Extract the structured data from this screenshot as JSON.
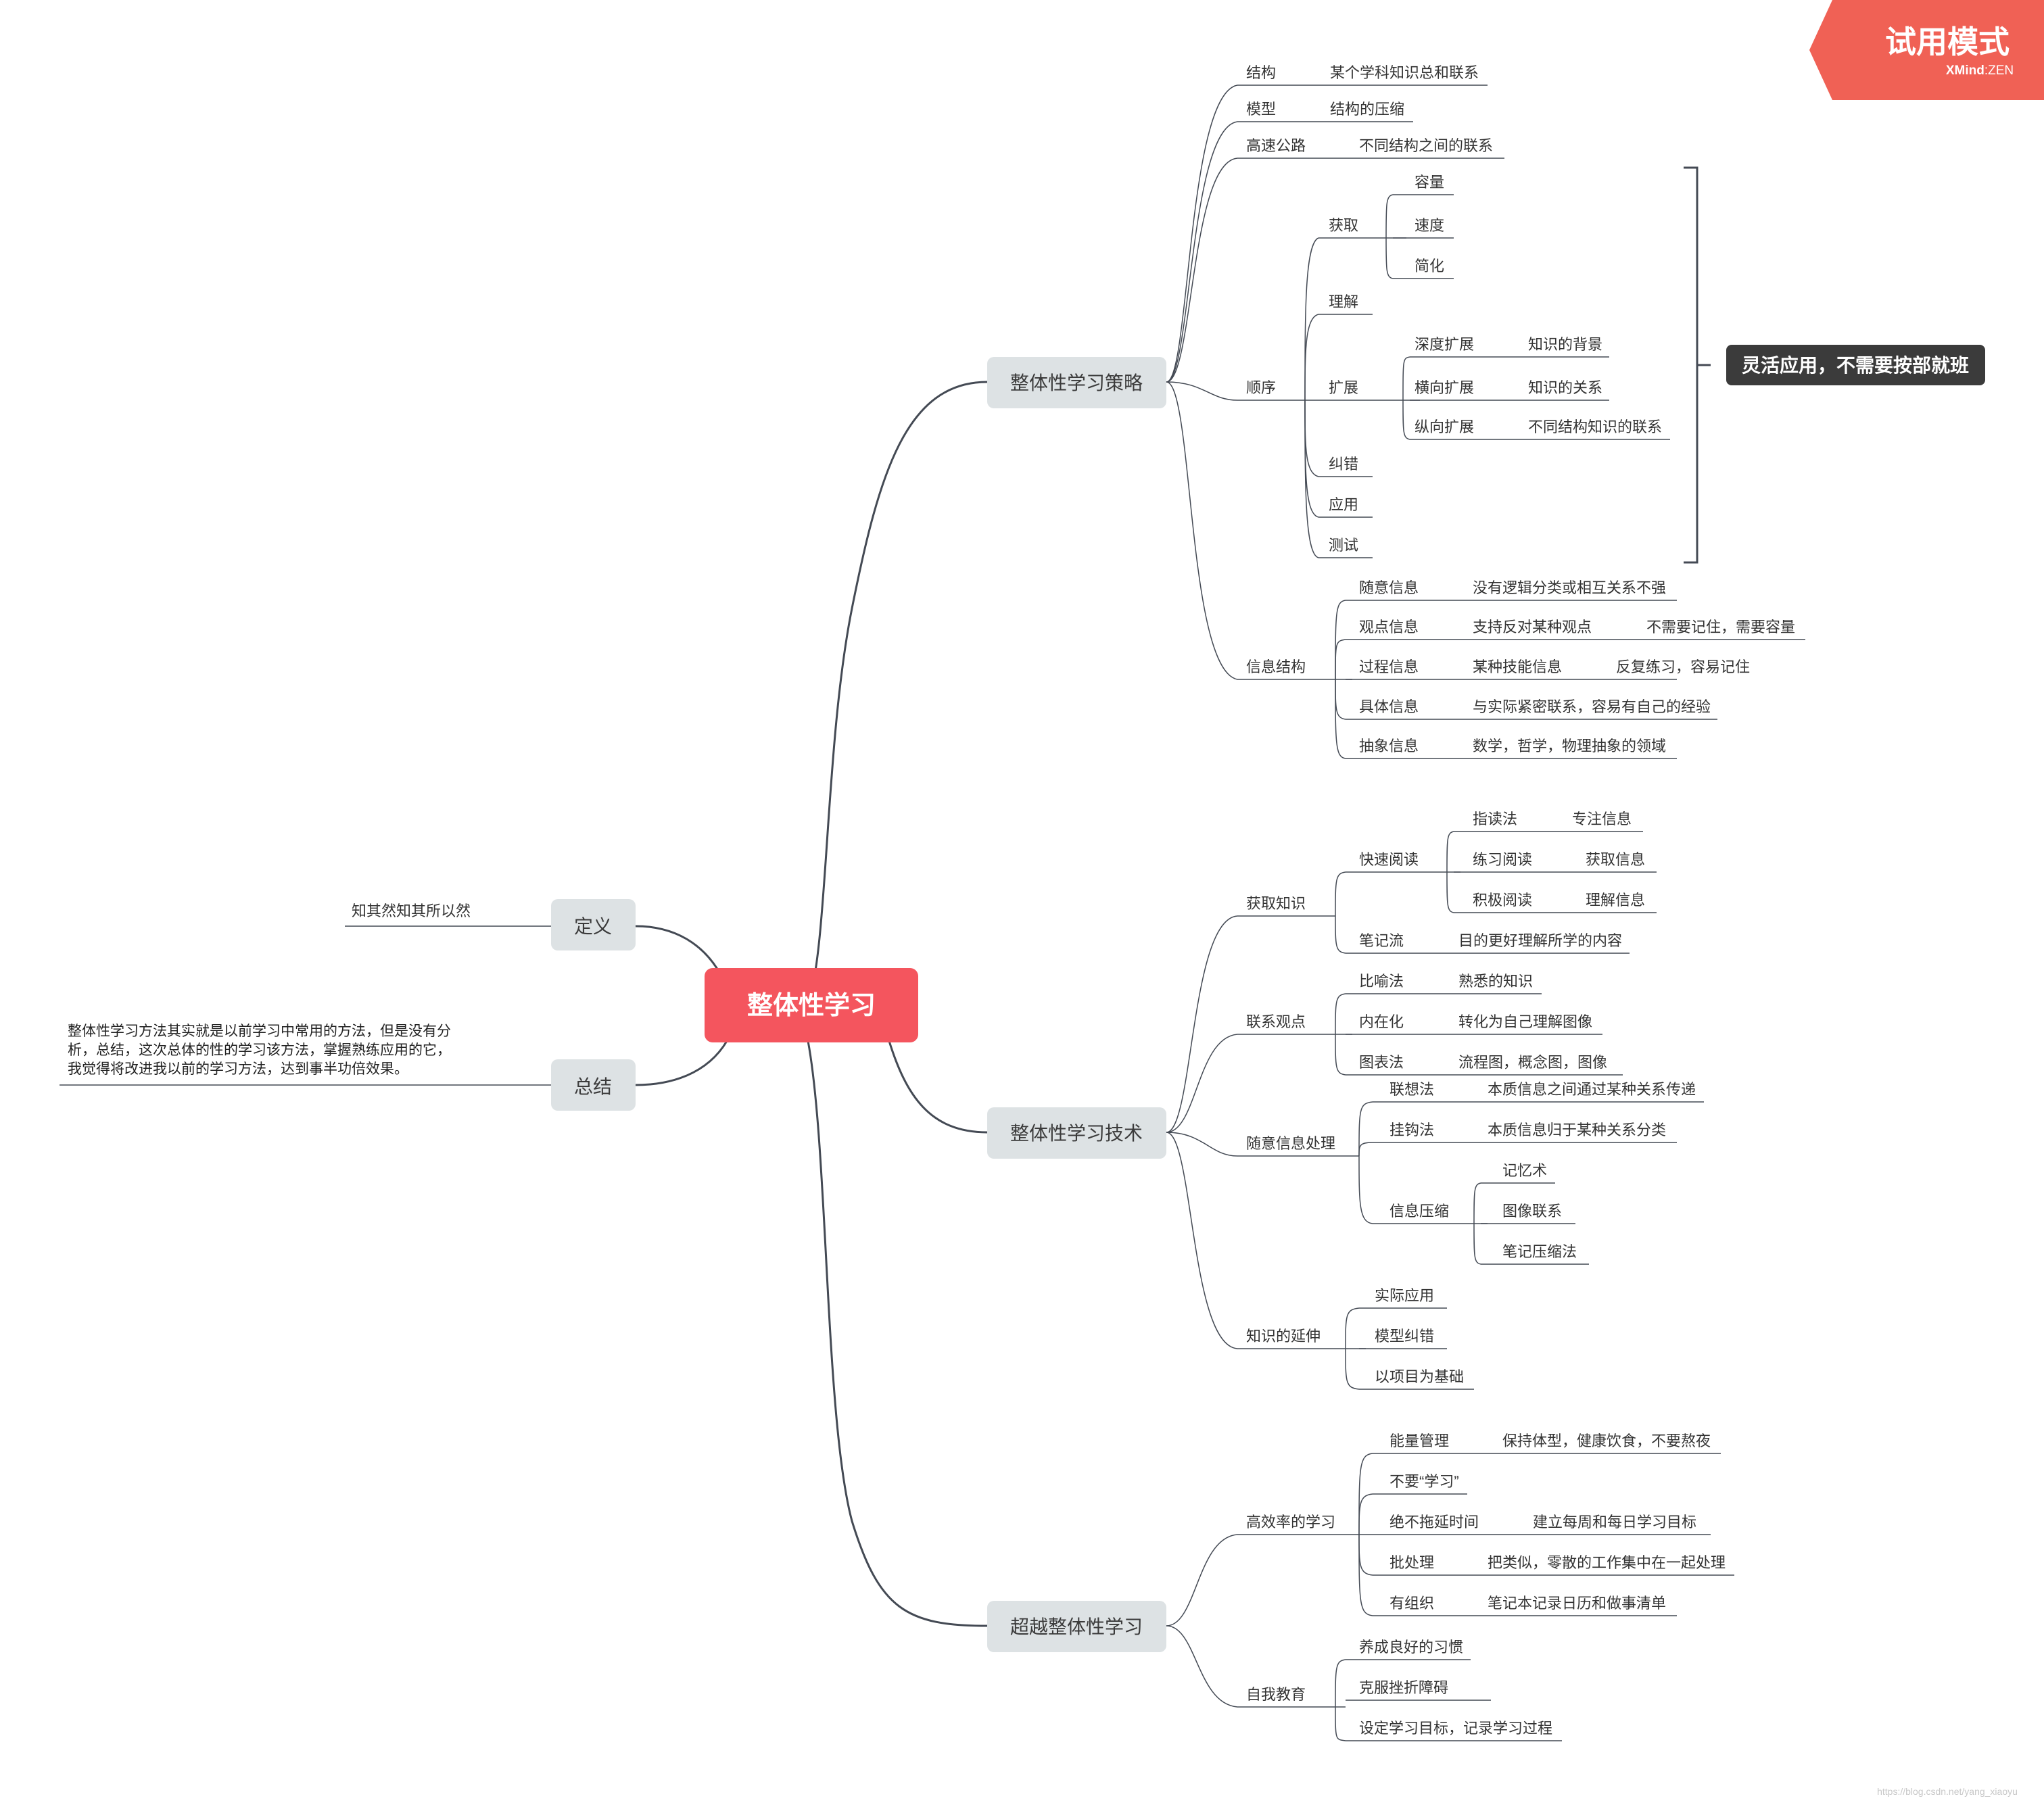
{
  "root": {
    "label": "整体性学习"
  },
  "colors": {
    "root_fill": "#f4555e",
    "branch_fill": "#dde2e4",
    "line": "#444a54",
    "trial_fill": "#f06155",
    "callout_fill": "#3b3b3b"
  },
  "trial": {
    "title": "试用模式",
    "brand": "XMind",
    "brand_suffix": "ZEN"
  },
  "callout": {
    "label": "灵活应用，不需要按部就班"
  },
  "watermark": "https://blog.csdn.net/yang_xiaoyu",
  "left": {
    "definition": {
      "label": "定义",
      "text": "知其然知其所以然"
    },
    "summary": {
      "label": "总结",
      "lines": [
        "整体性学习方法其实就是以前学习中常用的方法，但是没有分",
        "析，总结，这次总体的性的学习该方法，掌握熟练应用的它，",
        "我觉得将改进我以前的学习方法，达到事半功倍效果。"
      ]
    }
  },
  "b1": {
    "label": "整体性学习策略",
    "structure": {
      "label": "结构",
      "child": "某个学科知识总和联系"
    },
    "model": {
      "label": "模型",
      "child": "结构的压缩"
    },
    "highway": {
      "label": "高速公路",
      "child": "不同结构之间的联系"
    },
    "order": {
      "label": "顺序",
      "acquire": {
        "label": "获取",
        "children": [
          "容量",
          "速度",
          "简化"
        ]
      },
      "understand": "理解",
      "expand": {
        "label": "扩展",
        "items": [
          {
            "label": "深度扩展",
            "child": "知识的背景"
          },
          {
            "label": "横向扩展",
            "child": "知识的关系"
          },
          {
            "label": "纵向扩展",
            "child": "不同结构知识的联系"
          }
        ]
      },
      "correct": "纠错",
      "apply": "应用",
      "test": "测试"
    },
    "info": {
      "label": "信息结构",
      "items": [
        {
          "label": "随意信息",
          "child": "没有逻辑分类或相互关系不强"
        },
        {
          "label": "观点信息",
          "child": "支持反对某种观点",
          "grandchild": "不需要记住，需要容量"
        },
        {
          "label": "过程信息",
          "child": "某种技能信息",
          "grandchild": "反复练习，容易记住"
        },
        {
          "label": "具体信息",
          "child": "与实际紧密联系，容易有自己的经验"
        },
        {
          "label": "抽象信息",
          "child": "数学，哲学，物理抽象的领域"
        }
      ]
    }
  },
  "b2": {
    "label": "整体性学习技术",
    "acquire": {
      "label": "获取知识",
      "fast": {
        "label": "快速阅读",
        "items": [
          {
            "label": "指读法",
            "child": "专注信息"
          },
          {
            "label": "练习阅读",
            "child": "获取信息"
          },
          {
            "label": "积极阅读",
            "child": "理解信息"
          }
        ]
      },
      "notes": {
        "label": "笔记流",
        "child": "目的更好理解所学的内容"
      }
    },
    "connect": {
      "label": "联系观点",
      "items": [
        {
          "label": "比喻法",
          "child": "熟悉的知识"
        },
        {
          "label": "内在化",
          "child": "转化为自己理解图像"
        },
        {
          "label": "图表法",
          "child": "流程图，概念图，图像"
        }
      ]
    },
    "random": {
      "label": "随意信息处理",
      "assoc": {
        "label": "联想法",
        "child": "本质信息之间通过某种关系传递"
      },
      "hook": {
        "label": "挂钩法",
        "child": "本质信息归于某种关系分类"
      },
      "compress": {
        "label": "信息压缩",
        "children": [
          "记忆术",
          "图像联系",
          "笔记压缩法"
        ]
      }
    },
    "extend": {
      "label": "知识的延伸",
      "children": [
        "实际应用",
        "模型纠错",
        "以项目为基础"
      ]
    }
  },
  "b3": {
    "label": "超越整体性学习",
    "efficient": {
      "label": "高效率的学习",
      "items": [
        {
          "label": "能量管理",
          "child": "保持体型，健康饮食，不要熬夜"
        },
        {
          "label": "不要“学习”"
        },
        {
          "label": "绝不拖延时间",
          "child": "建立每周和每日学习目标"
        },
        {
          "label": "批处理",
          "child": "把类似，零散的工作集中在一起处理"
        },
        {
          "label": "有组织",
          "child": "笔记本记录日历和做事清单"
        }
      ]
    },
    "self": {
      "label": "自我教育",
      "children": [
        "养成良好的习惯",
        "克服挫折障碍",
        "设定学习目标，记录学习过程"
      ]
    }
  }
}
